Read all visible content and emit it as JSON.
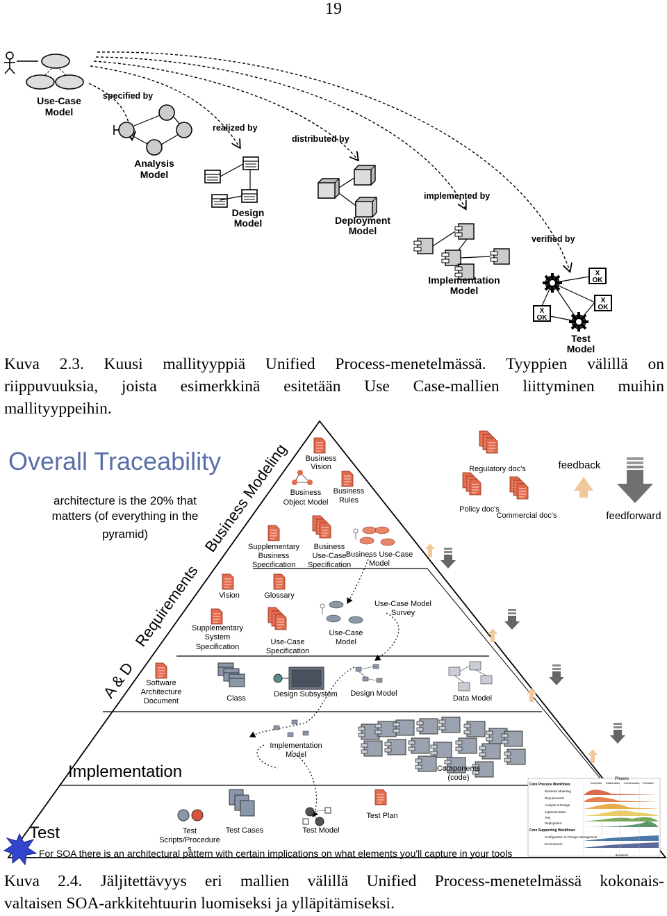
{
  "page_number": "19",
  "figure1": {
    "models": {
      "use_case": [
        "Use-Case",
        "Model"
      ],
      "analysis": [
        "Analysis",
        "Model"
      ],
      "design": [
        "Design",
        "Model"
      ],
      "deployment": [
        "Deployment",
        "Model"
      ],
      "implementation": [
        "Implementation",
        "Model"
      ],
      "test": [
        "Test",
        "Model"
      ]
    },
    "relations": {
      "specified_by": "specified by",
      "realized_by": "realized by",
      "distributed_by": "distributed by",
      "implemented_by": "implemented by",
      "verified_by": "verified by"
    },
    "ok_labels": [
      "X",
      "OK"
    ]
  },
  "caption1": {
    "line1": "Kuva 2.3. Kuusi mallityyppiä Unified Process-menetelmässä. Tyyppien välillä on",
    "line2": "riippuvuuksia, joista esimerkkinä esitetään Use Case-mallien liittyminen muihin",
    "line3": "mallityyppeihin."
  },
  "figure2": {
    "title": "Overall Traceability",
    "subtitle": [
      "architecture is the 20% that",
      "matters (of everything in the",
      "pyramid)"
    ],
    "diagonal_labels": {
      "business_modeling": "Business Modeling",
      "requirements": "Requirements",
      "a_and_d": "A & D"
    },
    "layers": {
      "implementation": "Implementation",
      "test": "Test"
    },
    "artifacts": {
      "business_vision": [
        "Business",
        "Vision"
      ],
      "business_object_model": [
        "Business",
        "Object Model"
      ],
      "business_rules": [
        "Business",
        "Rules"
      ],
      "supplementary_business_spec": [
        "Supplementary",
        "Business",
        "Specification"
      ],
      "business_use_case_spec": [
        "Business",
        "Use-Case",
        "Specification"
      ],
      "business_use_case_model": [
        "Business Use-Case",
        "Model"
      ],
      "vision": [
        "Vision"
      ],
      "glossary": [
        "Glossary"
      ],
      "use_case_model_survey": [
        "Use-Case Model",
        "Survey"
      ],
      "supplementary_system_spec": [
        "Supplementary",
        "System",
        "Specification"
      ],
      "use_case_spec": [
        "Use-Case",
        "Specification"
      ],
      "use_case_model": [
        "Use-Case",
        "Model"
      ],
      "software_architecture_document": [
        "Software",
        "Architecture",
        "Document"
      ],
      "class": [
        "Class"
      ],
      "design_subsystem": [
        "Design Subsystem"
      ],
      "design_model": [
        "Design Model"
      ],
      "data_model": [
        "Data Model"
      ],
      "implementation_model": [
        "Implementation",
        "Model"
      ],
      "components": [
        "Components",
        "(code)"
      ],
      "test_scripts": [
        "Test",
        "Scripts/Procedure",
        "s"
      ],
      "test_cases": [
        "Test Cases"
      ],
      "test_model": [
        "Test Model"
      ],
      "test_plan": [
        "Test Plan"
      ]
    },
    "outside": {
      "regulatory": "Regulatory doc's",
      "policy": "Policy doc's",
      "commercial": "Commercial doc's",
      "feedback": "feedback",
      "feedforward": "feedforward"
    },
    "footer_note": "For SOA there is an architectural pattern with certain implications on what elements you'll capture in your tools",
    "rup_chart": {
      "header": "Phases",
      "groups": [
        "Core Process Workflows",
        "Core Supporting Workflows"
      ],
      "workflows": [
        "Business Modeling",
        "Requirements",
        "Analysis & Design",
        "Implementation",
        "Test",
        "Deployment",
        "Configuration & Change Management",
        "Environment"
      ],
      "phases": [
        "Inception",
        "Elaboration",
        "Construction",
        "Transition"
      ],
      "footer": "Iterations"
    },
    "colors": {
      "title": "#5b6fa8",
      "feedback_arrow": "#f0c89a",
      "feedforward_arrow": "#707070",
      "doc_icon": "#d9543b",
      "star": "#3344cc"
    }
  },
  "caption2": {
    "line1": "Kuva 2.4. Jäljitettävyys eri mallien välillä Unified Process-menetelmässä kokonais-",
    "line2": "valtaisen SOA-arkkitehtuurin luomiseksi ja ylläpitämiseksi."
  }
}
